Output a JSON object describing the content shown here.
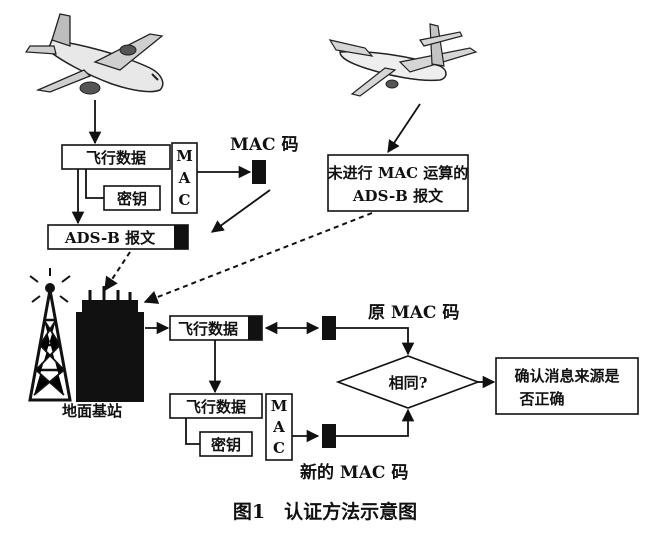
{
  "diagram": {
    "aircraft_flight_data": "飞行数据",
    "aircraft_key": "密钥",
    "mac_letters": [
      "M",
      "A",
      "C"
    ],
    "mac_code": "MAC 码",
    "adsb_message": "ADS-B 报文",
    "unprocessed_line1": "未进行 MAC 运算的",
    "unprocessed_line2": "ADS-B 报文",
    "ground_station": "地面基站",
    "ground_flight_data": "飞行数据",
    "original_mac": "原 MAC 码",
    "same_question": "相同?",
    "confirm_line1": "确认消息来源是",
    "confirm_line2": "否正确",
    "ground_flight_data_2": "飞行数据",
    "ground_key": "密钥",
    "new_mac": "新的 MAC 码",
    "caption": "图1　认证方法示意图"
  }
}
